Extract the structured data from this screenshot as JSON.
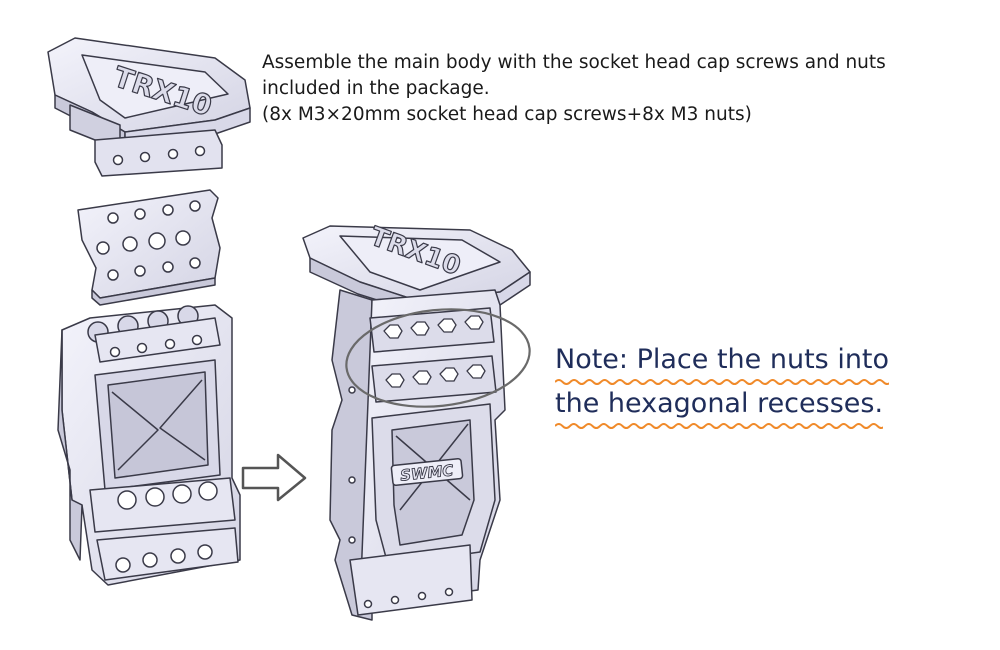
{
  "instructions": {
    "line1": "Assemble the main body with the socket head cap screws and nuts",
    "line2": "included in the package.",
    "line3": "(8x M3×20mm socket head cap screws+8x M3 nuts)"
  },
  "note": {
    "line1": "Note: Place the nuts into",
    "line2": "the hexagonal recesses."
  },
  "parts": {
    "cap_logo": "TRX10",
    "body_logo": "SWMC"
  },
  "colors": {
    "part_fill": "#e8e8f3",
    "part_shade": "#c9c9da",
    "outline": "#3a3a48",
    "callout": "#6a6a6a",
    "note_underline": "#f08a2a"
  }
}
